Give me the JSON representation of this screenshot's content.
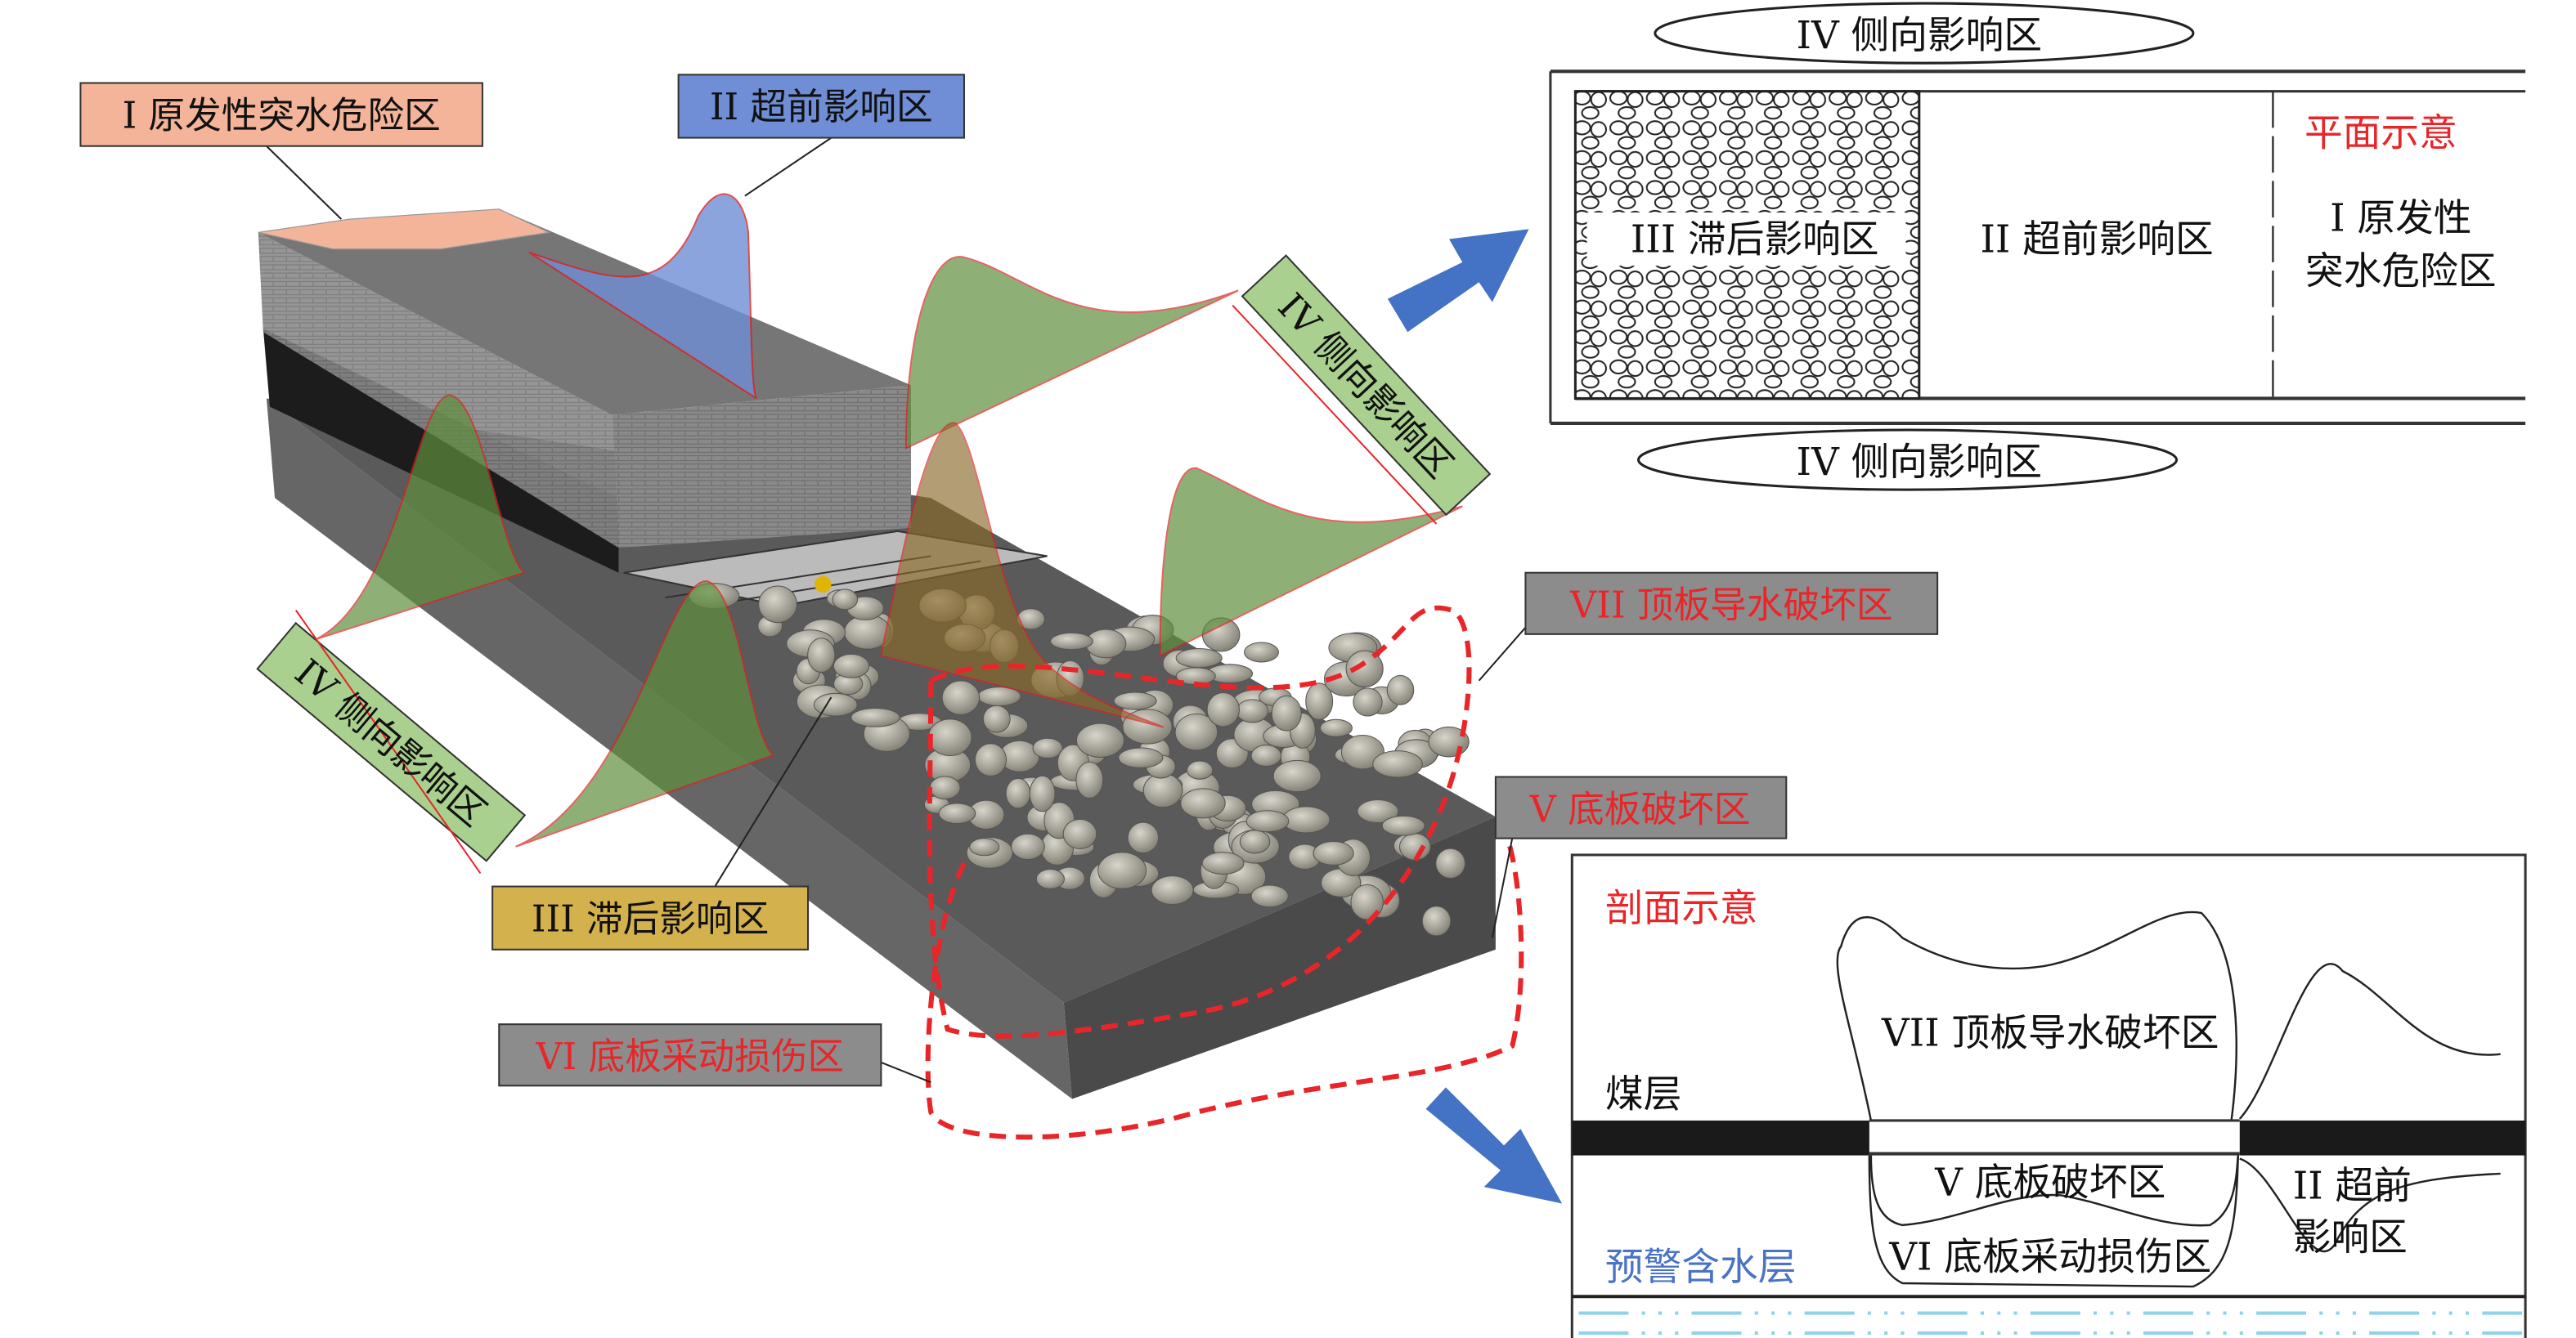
{
  "colors": {
    "label_I_fill": "#f4b49a",
    "label_II_fill": "#6f8ed6",
    "label_III_fill": "#d3b14d",
    "label_IV_fill": "#a9d08e",
    "grey_label_fill": "#8c8c8c",
    "red_text": "#e8262a",
    "blue_text": "#4a73c6",
    "arrow_blue": "#4472c4",
    "dash_red": "#e8262a",
    "aquifer_cyan": "#8fd3e8"
  },
  "main_view": {
    "labels": {
      "zone_I": "I 原发性突水危险区",
      "zone_II": "II 超前影响区",
      "zone_III": "III 滞后影响区",
      "zone_IV_right": "IV 侧向影响区",
      "zone_IV_left": "IV 侧向影响区",
      "zone_VII": "VII 顶板导水破坏区",
      "zone_V": "V 底板破坏区",
      "zone_VI": "VI 底板采动损伤区"
    }
  },
  "plan_view": {
    "title": "平面示意",
    "top_ellipse": "IV 侧向影响区",
    "bottom_ellipse": "IV 侧向影响区",
    "zone_III": "III 滞后影响区",
    "zone_II": "II 超前影响区",
    "zone_I_line1": "I 原发性",
    "zone_I_line2": "突水危险区"
  },
  "section_view": {
    "title": "剖面示意",
    "coal_seam": "煤层",
    "aquifer": "预警含水层",
    "zone_VII": "VII 顶板导水破坏区",
    "zone_V": "V 底板破坏区",
    "zone_VI": "VI 底板采动损伤区",
    "zone_II_line1": "II 超前",
    "zone_II_line2": "影响区"
  }
}
